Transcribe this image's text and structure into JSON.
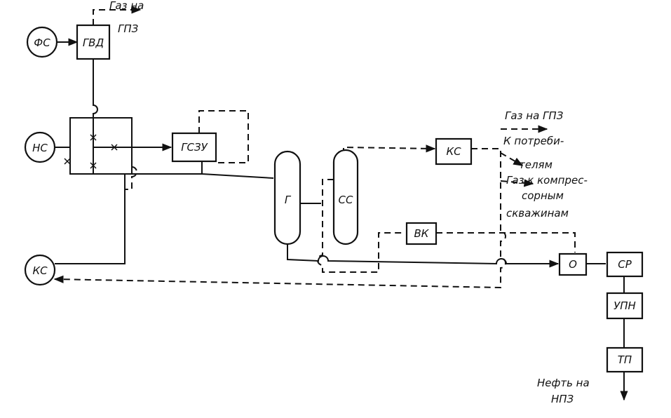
{
  "nodes": {
    "fs": "ФС",
    "ns": "НС",
    "ks_well": "КС",
    "gvd": "ГВД",
    "gssu": "ГСЗУ",
    "g": "Г",
    "ss": "СС",
    "ks": "КС",
    "vk": "ВК",
    "o": "О",
    "sr": "СР",
    "upn": "УПН",
    "tp": "ТП"
  },
  "notes": {
    "gas_gpz_top_1": "Газ на",
    "gas_gpz_top_2": "ГПЗ",
    "gas_gpz_right": "Газ на ГПЗ",
    "consumers_1": "К потреби-",
    "consumers_2": "телям",
    "compressor_1": "Газ к компрес-",
    "compressor_2": "сорным",
    "compressor_3": "скважинам",
    "oil_1": "Нефть на",
    "oil_2": "НПЗ"
  }
}
